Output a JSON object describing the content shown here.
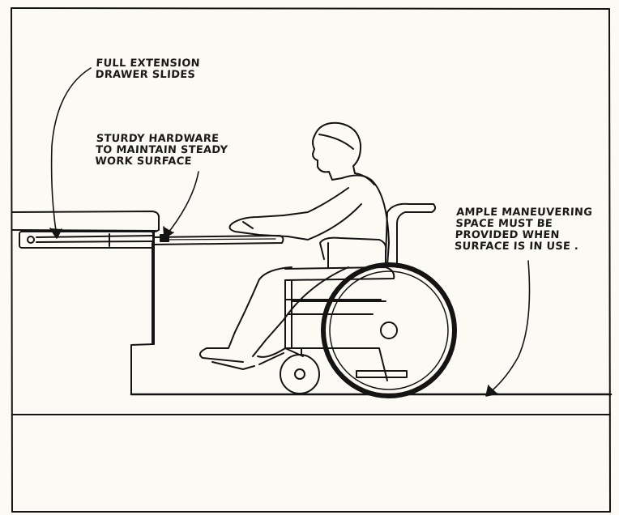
{
  "annotations": {
    "drawer_slides": "FULL EXTENSION\nDRAWER SLIDES",
    "hardware": "STURDY HARDWARE\nTO MAINTAIN STEADY\nWORK SURFACE",
    "maneuvering_space": "AMPLE MANEUVERING\nSPACE MUST BE\nPROVIDED WHEN\nSURFACE IS IN USE ."
  },
  "colors": {
    "ink": "#141414",
    "paper": "#fbfaf4"
  },
  "icons": [
    "wheelchair-user-figure",
    "pull-out-work-surface",
    "arrow-leader"
  ]
}
